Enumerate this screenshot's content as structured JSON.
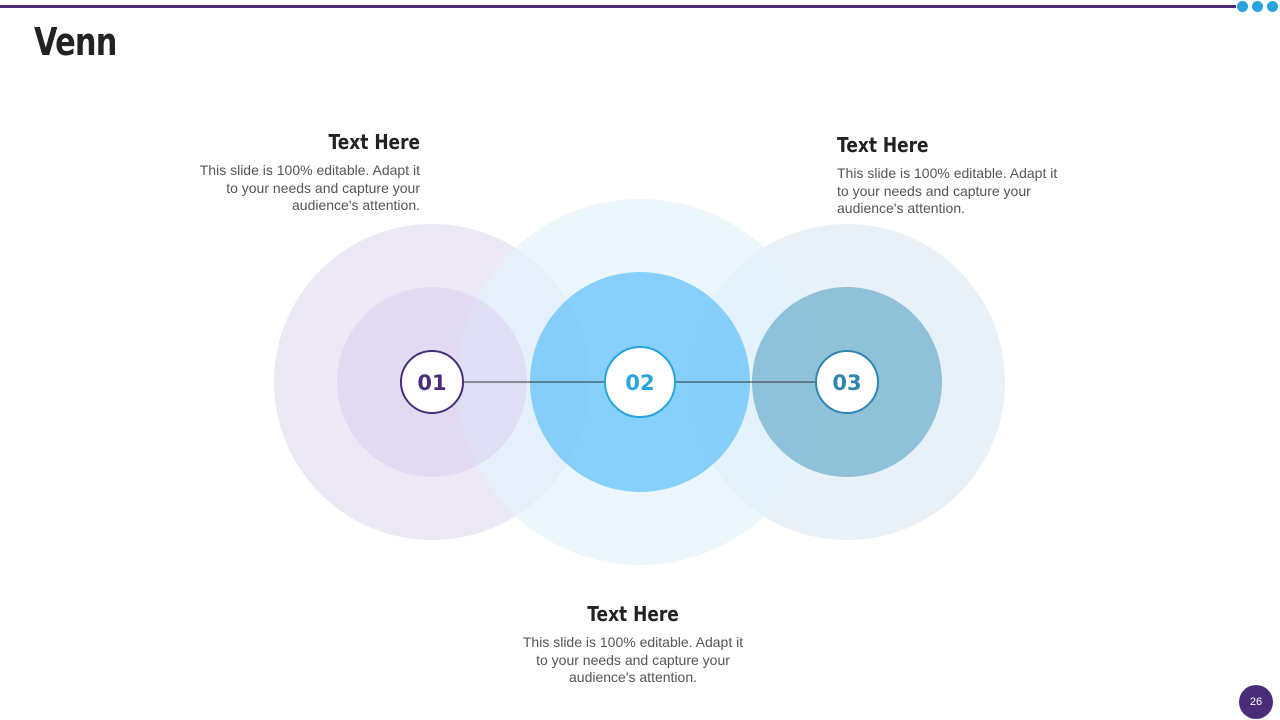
{
  "slide": {
    "title": "Venn",
    "page_number": "26"
  },
  "colors": {
    "accent_purple": "#4a2d7a",
    "accent_blue": "#29a3e0",
    "circle_1": "#e9e4f5",
    "circle_2": "#e3f4fc",
    "circle_3": "#e4eff7",
    "inner_2": "#6ec6fa",
    "inner_3": "#7fb8d3"
  },
  "nodes": [
    {
      "label": "01",
      "color": "#4a2d7a"
    },
    {
      "label": "02",
      "color": "#29a3e0"
    },
    {
      "label": "03",
      "color": "#2e86b0"
    }
  ],
  "callouts": [
    {
      "heading": "Text Here",
      "body": "This slide is 100% editable. Adapt it to your needs and capture your audience's attention."
    },
    {
      "heading": "Text Here",
      "body": "This slide is 100% editable. Adapt it to your needs and capture your audience's attention."
    },
    {
      "heading": "Text Here",
      "body": "This slide is 100% editable. Adapt it to your needs and capture your audience's attention."
    }
  ]
}
